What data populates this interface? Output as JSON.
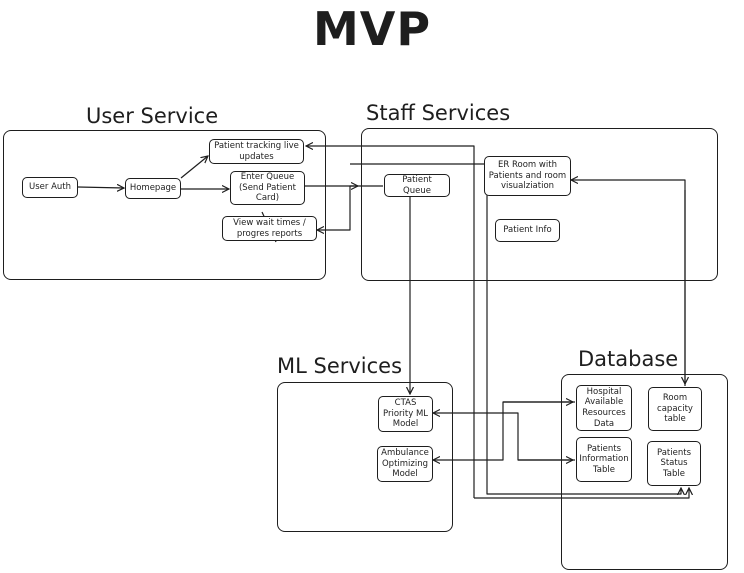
{
  "title": "MVP",
  "sections": {
    "user_service": "User Service",
    "staff_services": "Staff Services",
    "ml_services": "ML Services",
    "database": "Database"
  },
  "nodes": {
    "user_auth": "User Auth",
    "homepage": "Homepage",
    "patient_tracking": "Patient tracking live updates",
    "enter_queue": "Enter Queue (Send Patient Card)",
    "view_wait_times": "View wait times / progres reports",
    "patient_queue": "Patient Queue",
    "er_room": "ER Room with Patients and room visualziation",
    "patient_info": "Patient Info",
    "ctas_model": "CTAS Priority ML Model",
    "ambulance_model": "Ambulance Optimizing Model",
    "hospital_resources": "Hospital Available Resources Data",
    "room_capacity": "Room capacity table",
    "patients_information": "Patients Information Table",
    "patients_status": "Patients Status Table"
  },
  "colors": {
    "stroke": "#1e1e1e",
    "background": "#ffffff"
  }
}
